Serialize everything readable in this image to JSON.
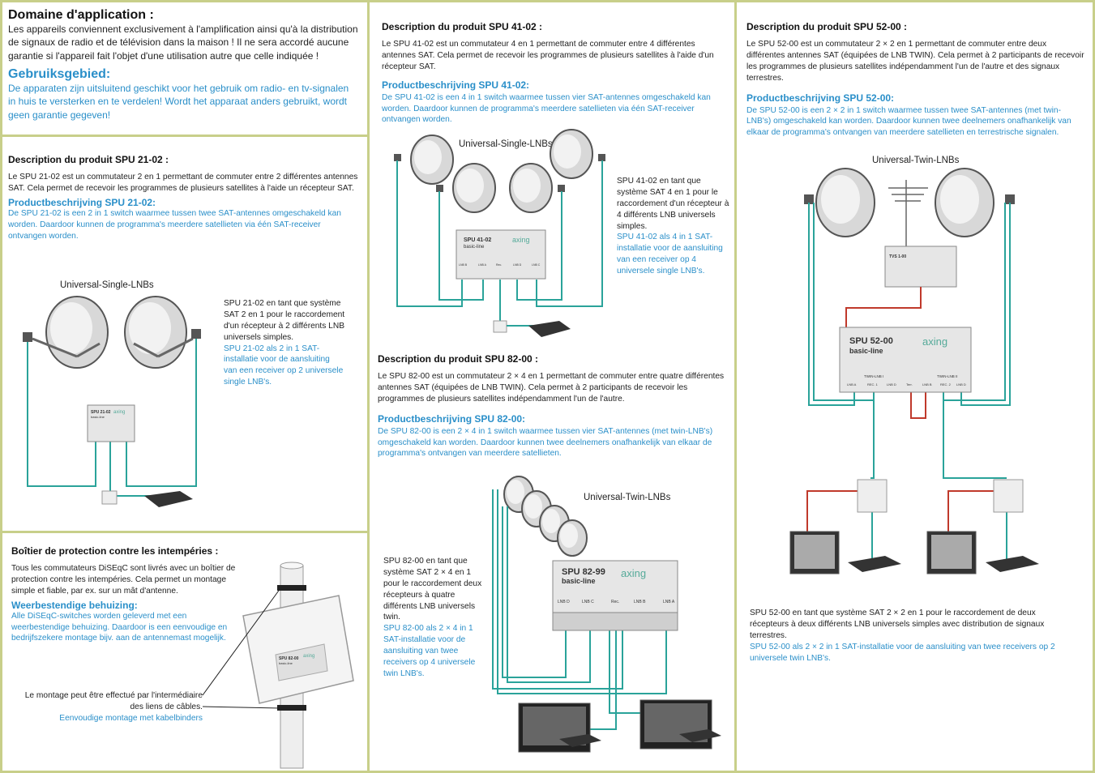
{
  "col1": {
    "domaine": {
      "title_fr": "Domaine d'application :",
      "text_fr": "Les appareils conviennent exclusivement à l'amplification ainsi qu'à la distribution de signaux de radio et de télévision dans la maison ! Il ne sera accordé aucune garantie si l'appareil fait l'objet d'une utilisation autre que celle indiquée !",
      "title_nl": "Gebruiksgebied:",
      "text_nl": "De apparaten zijn uitsluitend geschikt voor het gebruik om radio- en tv-signalen in huis te versterken en te verdelen! Wordt het apparaat anders gebruikt, wordt geen garantie gegeven!"
    },
    "spu2102": {
      "title_fr": "Description du produit SPU 21-02 :",
      "text_fr": "Le SPU 21-02 est un commutateur 2 en 1 permettant de commuter entre 2 différentes antennes SAT. Cela permet de recevoir les programmes de plusieurs satellites à l'aide un récepteur SAT.",
      "title_nl": "Productbeschrijving SPU 21-02:",
      "text_nl": "De SPU 21-02 is een 2 in 1 switch waarmee tussen twee SAT-antennes omgeschakeld kan worden. Daardoor kunnen de programma's meerdere satellieten via één SAT-receiver ontvangen worden.",
      "lnb_label": "Universal-Single-LNBs",
      "caption_fr": "SPU 21-02 en tant que système SAT 2 en 1 pour le raccordement d'un récepteur à 2 différents LNB universels simples.",
      "caption_nl": "SPU 21-02 als 2 in 1 SAT-installatie voor de aansluiting van een receiver op 2 universele single LNB's.",
      "device_name": "SPU 21-02",
      "device_line": "basic-line",
      "brand": "axing"
    },
    "boitier": {
      "title_fr": "Boîtier de protection contre les intempéries :",
      "text_fr": "Tous les commutateurs DiSEqC sont livrés avec un boîtier de protection contre les intempéries. Cela permet un montage simple et fiable, par ex. sur un mât d'antenne.",
      "title_nl": "Weerbestendige behuizing:",
      "text_nl": "Alle DiSEqC-switches worden geleverd met een weerbestendige behuizing. Daardoor is een eenvoudige en bedrijfszekere montage bijv. aan de antennemast mogelijk.",
      "caption_fr": "Le montage peut être effectué par l'intermédiaire des liens de câbles.",
      "caption_nl": "Eenvoudige montage met kabelbinders",
      "device_name": "SPU 82-00",
      "device_line": "basic-line",
      "brand": "axing"
    }
  },
  "col2": {
    "spu4102": {
      "title_fr": "Description du produit SPU 41-02 :",
      "text_fr": "Le SPU 41-02 est un commutateur 4 en 1 permettant de commuter entre 4 différentes antennes SAT. Cela permet de recevoir les programmes de plusieurs satellites à l'aide d'un récepteur SAT.",
      "title_nl": "Productbeschrijving SPU 41-02:",
      "text_nl": "De SPU 41-02 is een 4 in 1 switch waarmee tussen vier SAT-antennes omgeschakeld kan worden. Daardoor kunnen de programma's meerdere satellieten via één SAT-receiver ontvangen worden.",
      "lnb_label": "Universal-Single-LNBs",
      "caption_fr": "SPU 41-02 en tant que système SAT 4 en 1 pour le raccordement d'un récepteur à 4 différents LNB universels simples.",
      "caption_nl": "SPU 41-02 als 4 in 1 SAT-installatie voor de aansluiting van een receiver op 4 universele single LNB's.",
      "device_name": "SPU 41-02",
      "device_line": "basic-line",
      "brand": "axing",
      "ports": [
        "LNB B",
        "LNB A",
        "Rec.",
        "LNB D",
        "LNB C"
      ]
    },
    "spu8200": {
      "title_fr": "Description du produit SPU 82-00 :",
      "text_fr": "Le SPU 82-00 est un commutateur 2 × 4 en 1 permettant de commuter entre quatre différentes antennes SAT (équipées de LNB TWIN). Cela permet à 2 participants de recevoir les programmes de plusieurs satellites indépendamment l'un de l'autre.",
      "title_nl": "Productbeschrijving SPU 82-00:",
      "text_nl": "De SPU 82-00 is een 2 × 4 in 1 switch waarmee tussen vier SAT-antennes (met twin-LNB's) omgeschakeld kan worden. Daardoor kunnen twee deelnemers onafhankelijk van elkaar de programma's ontvangen van meerdere satellieten.",
      "lnb_label": "Universal-Twin-LNBs",
      "caption_fr": "SPU 82-00 en tant que système SAT 2 × 4 en 1 pour le raccordement deux récepteurs à quatre différents LNB universels twin.",
      "caption_nl": "SPU 82-00 als 2 × 4 in 1 SAT-installatie voor de aansluiting van twee receivers op 4 universele twin LNB's.",
      "device_name": "SPU 82-99",
      "device_line": "basic-line",
      "brand": "axing",
      "ports": [
        "LNB D",
        "LNB C",
        "Rec.",
        "LNB B",
        "LNB A"
      ]
    }
  },
  "col3": {
    "spu5200": {
      "title_fr": "Description du produit SPU 52-00 :",
      "text_fr": "Le SPU 52-00 est un commutateur 2 × 2 en 1 permettant de commuter entre deux différentes antennes SAT (équipées de LNB TWIN). Cela permet à 2 participants de recevoir les programmes de plusieurs satellites indépendamment l'un de l'autre et des signaux terrestres.",
      "title_nl": "Productbeschrijving SPU 52-00:",
      "text_nl": "De SPU 52-00 is een 2 × 2  in 1 switch waarmee tussen twee SAT-antennes (met twin-LNB's) omgeschakeld kan worden. Daardoor kunnen twee deelnemers onafhankelijk van elkaar de programma's ontvangen van meerdere satellieten en terrestrische signalen.",
      "lnb_label": "Universal-Twin-LNBs",
      "caption_fr": "SPU 52-00 en tant que système SAT 2 × 2 en 1 pour le raccordement de deux récepteurs à deux différents LNB universels simples avec distribution de signaux terrestres.",
      "caption_nl": "SPU 52-00 als 2 × 2 in 1 SAT-installatie voor de aansluiting van twee receivers op 2 universele twin LNB's.",
      "device_name": "SPU 52-00",
      "device_line": "basic-line",
      "brand": "axing",
      "amp_name": "TVS 1-00",
      "twin_a": "TWIN-LNB I",
      "twin_b": "TWIN-LNB II",
      "ports": [
        "LNB A",
        "REC. 1",
        "LNB D",
        "Terr.",
        "LNB B",
        "REC. 2",
        "LNB D"
      ]
    }
  },
  "colors": {
    "border": "#c8cf8a",
    "dutch": "#2a8fc9",
    "cable_sat": "#2aa39a",
    "cable_terr": "#c0392b"
  }
}
